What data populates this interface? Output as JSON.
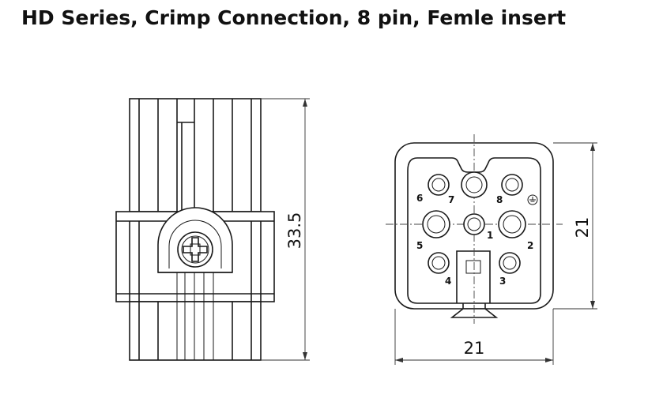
{
  "title": "HD Series, Crimp Connection, 8 pin, Femle insert",
  "side_view": {
    "height_dimension": "33.5"
  },
  "front_view": {
    "height_dimension": "21",
    "width_dimension": "21",
    "pin_labels": [
      "1",
      "2",
      "3",
      "4",
      "5",
      "6",
      "7",
      "8"
    ]
  }
}
